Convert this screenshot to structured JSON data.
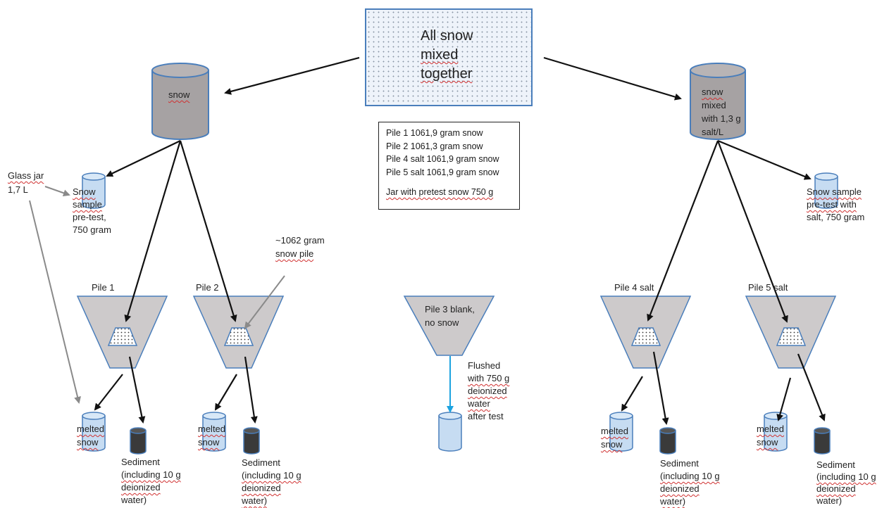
{
  "mix_box": {
    "lines": [
      "All snow",
      "mixed",
      "together"
    ]
  },
  "containers": {
    "plain": "snow",
    "salted": [
      "snow",
      "mixed",
      "with 1,3 g",
      "salt/L"
    ]
  },
  "weights": {
    "lines": [
      "Pile 1 1061,9 gram snow",
      "Pile 2 1061,3 gram snow",
      "Pile 4 salt 1061,9 gram snow",
      "Pile 5 salt 1061,9 gram snow",
      "",
      "Jar with pretest snow 750 g"
    ]
  },
  "jar_note": [
    "Glass jar",
    "1,7 L"
  ],
  "pretest_left": [
    "Snow",
    "sample",
    "pre-test,",
    "750 gram"
  ],
  "pretest_right": [
    "Snow sample",
    "pre-test with",
    "salt, 750 gram"
  ],
  "pile_note": [
    "~1062 gram",
    "snow pile"
  ],
  "piles": [
    {
      "label": "Pile 1"
    },
    {
      "label": "Pile 2"
    },
    {
      "label": "Pile 3 blank,\nno snow"
    },
    {
      "label": "Pile 4 salt"
    },
    {
      "label": "Pile 5 salt"
    }
  ],
  "flush_note": [
    "Flushed",
    "with 750 g",
    "deionized",
    "water",
    "after test"
  ],
  "melted_label": [
    "melted",
    "snow"
  ],
  "sediment_label": [
    "Sediment",
    "(including 10 g",
    "deionized",
    "water)"
  ],
  "colors": {
    "cylinder_fill": "#a6a2a3",
    "funnel_fill": "#cdcacb",
    "jar_fill": "#c6dcf2",
    "sediment_fill": "#3a3a3a",
    "outline": "#4a7ebb",
    "arrow_black": "#111111",
    "arrow_gray": "#8a8a8a",
    "arrow_blue": "#1ca3e0"
  }
}
